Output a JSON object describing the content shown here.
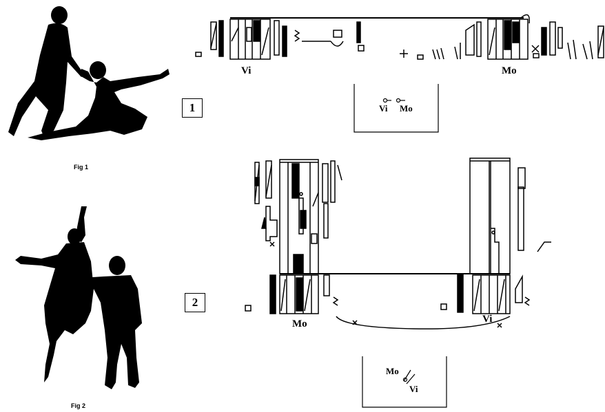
{
  "figure1": {
    "caption": "Fig 1",
    "box_number": "1",
    "score_label_left": "Vi",
    "score_label_right": "Mo",
    "floor_plan": {
      "label_a": "Vi",
      "label_b": "Mo"
    }
  },
  "figure2": {
    "caption": "Fig 2",
    "box_number": "2",
    "score_label_left": "Mo",
    "score_label_right": "Vi",
    "floor_plan": {
      "label_a": "Mo",
      "label_b": "Vi"
    }
  }
}
